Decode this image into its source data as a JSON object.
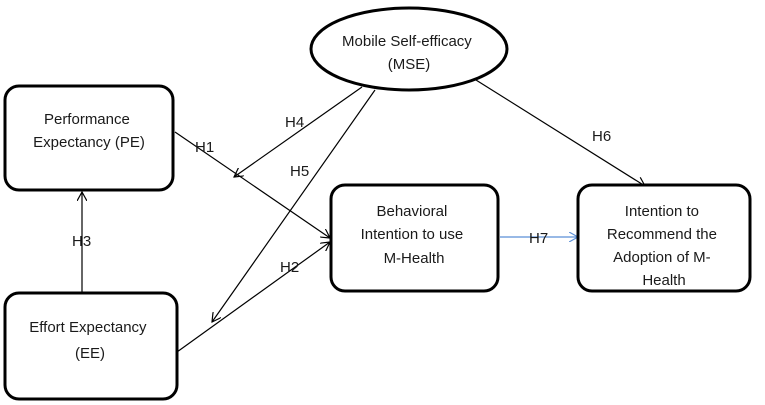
{
  "nodes": {
    "mse": {
      "lines": [
        "Mobile Self-efficacy",
        "(MSE)"
      ]
    },
    "pe": {
      "lines": [
        "Performance",
        "Expectancy (PE)"
      ]
    },
    "ee": {
      "lines": [
        "Effort Expectancy",
        "(EE)"
      ]
    },
    "bi": {
      "lines": [
        "Behavioral",
        "Intention to use",
        "M-Health"
      ]
    },
    "ir": {
      "lines": [
        "Intention to",
        "Recommend the",
        "Adoption of M-",
        "Health"
      ]
    }
  },
  "edges": {
    "h1": "H1",
    "h2": "H2",
    "h3": "H3",
    "h4": "H4",
    "h5": "H5",
    "h6": "H6",
    "h7": "H7"
  },
  "colors": {
    "stroke": "#000000",
    "h7_arrow": "#5b8fd6"
  }
}
